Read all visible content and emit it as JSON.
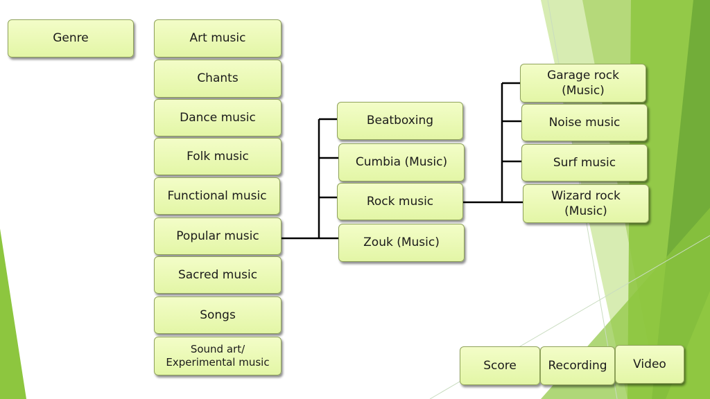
{
  "diagram": {
    "root": {
      "label": "Genre"
    },
    "genres": [
      {
        "label": "Art music"
      },
      {
        "label": "Chants"
      },
      {
        "label": "Dance music"
      },
      {
        "label": "Folk music"
      },
      {
        "label": "Functional music"
      },
      {
        "label": "Popular music"
      },
      {
        "label": "Sacred music"
      },
      {
        "label": "Songs"
      },
      {
        "label": "Sound art/\nExperimental music"
      }
    ],
    "popular_subgenres": [
      {
        "label": "Beatboxing"
      },
      {
        "label": "Cumbia (Music)"
      },
      {
        "label": "Rock music"
      },
      {
        "label": "Zouk (Music)"
      }
    ],
    "rock_subgenres": [
      {
        "label": "Garage rock\n(Music)"
      },
      {
        "label": "Noise music"
      },
      {
        "label": "Surf music"
      },
      {
        "label": "Wizard rock\n(Music)"
      }
    ],
    "media": [
      {
        "label": "Score"
      },
      {
        "label": "Recording"
      },
      {
        "label": "Video"
      }
    ]
  },
  "theme": {
    "connector_color": "#000000",
    "node_fill": "#e9f8b3",
    "accent_greens": [
      "#8dc63f",
      "#6aa636",
      "#b5d97a",
      "#d7ecb2"
    ]
  }
}
